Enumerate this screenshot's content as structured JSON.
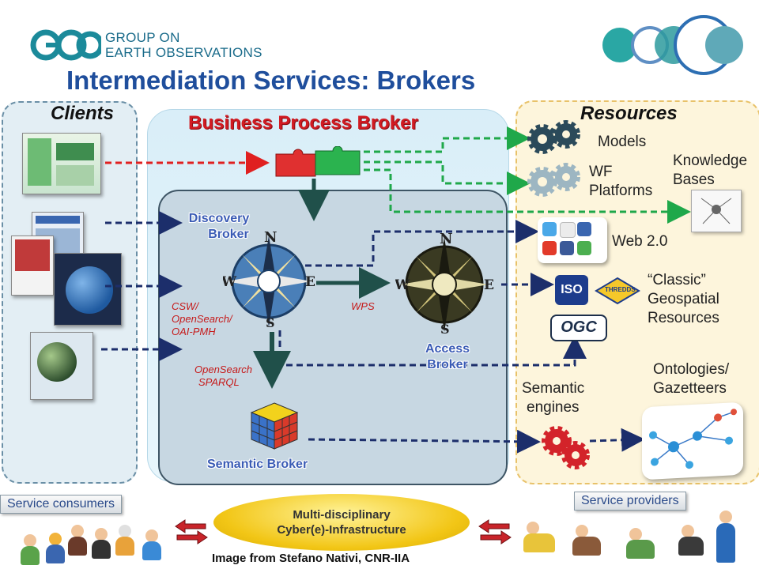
{
  "header": {
    "logo_line1": "GROUP ON",
    "logo_line2": "EARTH OBSERVATIONS",
    "title": "Intermediation Services: Brokers"
  },
  "columns": {
    "clients": "Clients",
    "resources": "Resources"
  },
  "brokers": {
    "business_process": "Business Process Broker",
    "discovery_line1": "Discovery",
    "discovery_line2": "Broker",
    "access_line1": "Access",
    "access_line2": "Broker",
    "semantic": "Semantic Broker"
  },
  "protocols": {
    "csw_line1": "CSW/",
    "csw_line2": "OpenSearch/",
    "csw_line3": "OAI-PMH",
    "wps": "WPS",
    "opensearch_line1": "OpenSearch",
    "opensearch_line2": "SPARQL"
  },
  "resources": {
    "models": "Models",
    "wf_line1": "WF",
    "wf_line2": "Platforms",
    "kb_line1": "Knowledge",
    "kb_line2": "Bases",
    "web20": "Web 2.0",
    "classic_line1": "“Classic”",
    "classic_line2": "Geospatial",
    "classic_line3": "Resources",
    "ontologies_line1": "Ontologies/",
    "ontologies_line2": "Gazetteers",
    "semantic_line1": "Semantic",
    "semantic_line2": "engines",
    "iso_label": "ISO",
    "thredds_label": "THREDDS",
    "ogc_label": "OGC"
  },
  "footer": {
    "service_consumers": "Service consumers",
    "service_providers": "Service providers",
    "cyber_line1": "Multi-disciplinary",
    "cyber_line2": "Cyber(e)-Infrastructure",
    "credit": "Image from Stefano Nativi, CNR-IIA"
  },
  "colors": {
    "title_blue": "#1f4e9c",
    "broker_red": "#d11b22",
    "broker_blue": "#3a5bb5",
    "navy_arrow": "#1c2e6b",
    "green_arrow": "#1fa84a",
    "red_arrow": "#e02020"
  }
}
